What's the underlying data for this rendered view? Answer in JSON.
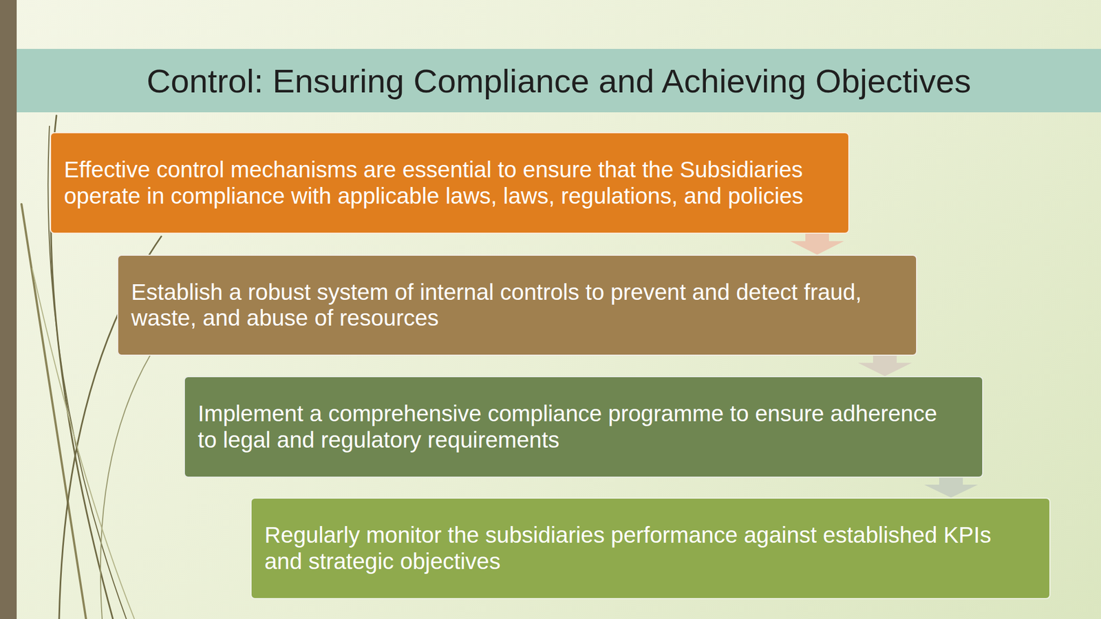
{
  "diagram": {
    "title": "Control: Ensuring Compliance and Achieving Objectives",
    "nodes": [
      {
        "text": [
          "Effective control mechanisms are essential to ensure that the Subsidiaries operate in compliance with applicable laws, laws, regulations, and policies"
        ]
      },
      {
        "text": [
          "Establish a robust system of internal controls to prevent and detect fraud, waste, and abuse of resources"
        ]
      },
      {
        "text": [
          "Implement a comprehensive compliance programme to ensure adherence to legal and regulatory requirements"
        ]
      },
      {
        "text": [
          "Regularly monitor the subsidiaries performance against established KPIs and strategic objectives"
        ]
      }
    ],
    "edges": [
      {
        "from": 0,
        "to": 1,
        "arrow": "to"
      },
      {
        "from": 1,
        "to": 2,
        "arrow": "to"
      },
      {
        "from": 2,
        "to": 3,
        "arrow": "to"
      }
    ]
  }
}
